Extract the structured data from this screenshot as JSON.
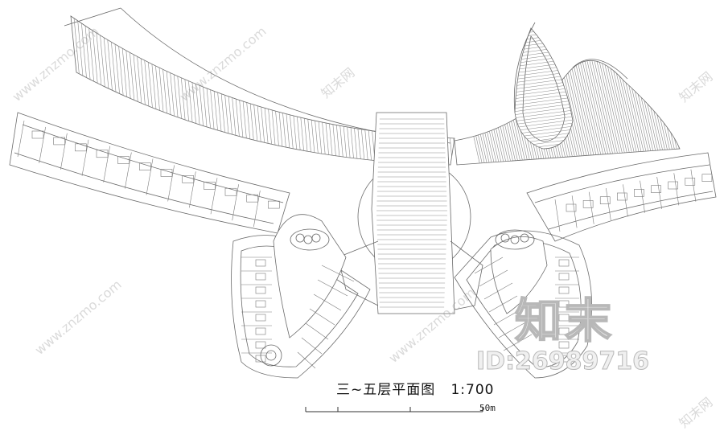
{
  "drawing": {
    "title": "三~五层平面图",
    "scale_ratio": "1:700",
    "scale_bar_label": "50m"
  },
  "watermark": {
    "brand": "知末",
    "id_text": "ID:26989716",
    "site_text": "www.znzmo.com",
    "small_brand": "知末网"
  },
  "colors": {
    "line": "#6a6a6a",
    "watermark_outline": "#b8b8b8"
  }
}
